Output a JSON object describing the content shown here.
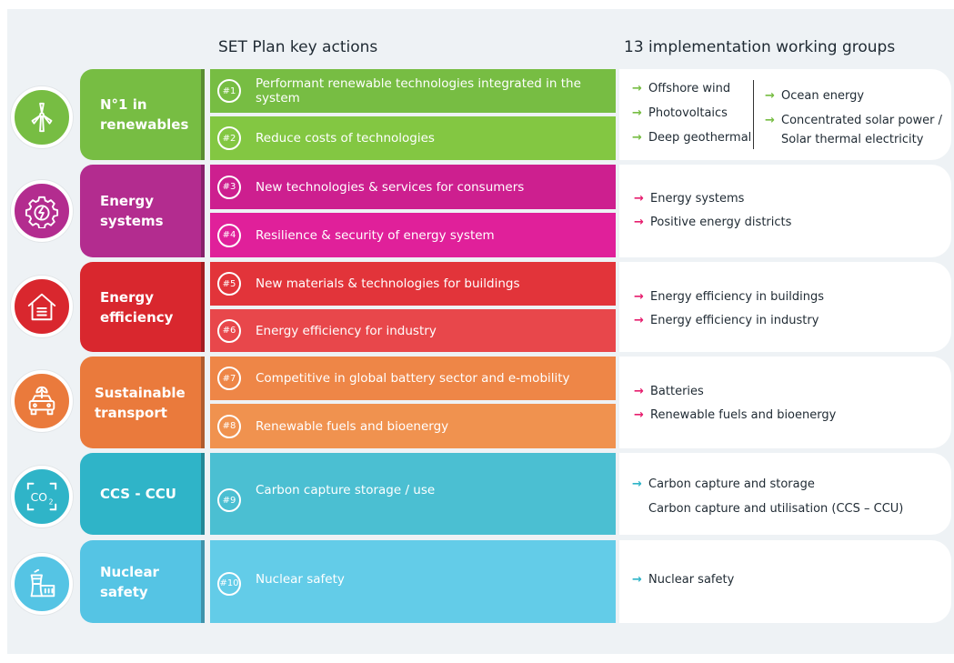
{
  "headers": {
    "key_actions": "SET Plan key actions",
    "working_groups": "13 implementation working groups"
  },
  "colors": {
    "green": "#77bd43",
    "magenta": "#cd1f8f",
    "magenta_light": "#e0209a",
    "red": "#e2343a",
    "red_light": "#e8474b",
    "orange": "#ee8647",
    "orange_light": "#f0924f",
    "teal": "#2fb4c8",
    "teal_light": "#4bbfd2",
    "sky": "#55c4e4",
    "sky_light": "#63cce8",
    "green_light": "#83c742",
    "arrow_green": "#77bd43",
    "arrow_pink": "#e61e6e",
    "arrow_blue": "#2fb4c8"
  },
  "rows": [
    {
      "icon": "wind-turbine-icon",
      "label": "N°1 in\nrenewables",
      "actions": [
        {
          "num": "#1",
          "text": "Performant renewable technologies integrated in the system"
        },
        {
          "num": "#2",
          "text": "Reduce costs of technologies"
        }
      ],
      "groups_left": [
        "Offshore wind",
        "Photovoltaics",
        "Deep geothermal"
      ],
      "groups_right": [
        "Ocean energy",
        "Concentrated solar power /",
        "Solar thermal electricity"
      ]
    },
    {
      "icon": "gear-icon",
      "label": "Energy\nsystems",
      "actions": [
        {
          "num": "#3",
          "text": "New technologies & services for consumers"
        },
        {
          "num": "#4",
          "text": "Resilience & security of energy system"
        }
      ],
      "groups": [
        "Energy systems",
        "Positive energy districts"
      ]
    },
    {
      "icon": "house-icon",
      "label": "Energy\nefficiency",
      "actions": [
        {
          "num": "#5",
          "text": "New materials & technologies for buildings"
        },
        {
          "num": "#6",
          "text": "Energy efficiency for industry"
        }
      ],
      "groups": [
        "Energy efficiency in buildings",
        "Energy efficiency in industry"
      ]
    },
    {
      "icon": "car-icon",
      "label": "Sustainable\ntransport",
      "actions": [
        {
          "num": "#7",
          "text": "Competitive in global battery sector and e-mobility"
        },
        {
          "num": "#8",
          "text": "Renewable fuels and bioenergy"
        }
      ],
      "groups": [
        "Batteries",
        "Renewable fuels and bioenergy"
      ]
    },
    {
      "icon": "co2-icon",
      "label": "CCS - CCU",
      "actions": [
        {
          "num": "#9",
          "text": "Carbon capture storage / use"
        }
      ],
      "groups": [
        "Carbon capture and storage",
        "Carbon capture and utilisation  (CCS – CCU)"
      ]
    },
    {
      "icon": "nuclear-plant-icon",
      "label": "Nuclear\nsafety",
      "actions": [
        {
          "num": "#10",
          "text": "Nuclear safety"
        }
      ],
      "groups": [
        "Nuclear safety"
      ]
    }
  ],
  "icons": {
    "co2_text": "CO",
    "co2_sub": "2"
  }
}
